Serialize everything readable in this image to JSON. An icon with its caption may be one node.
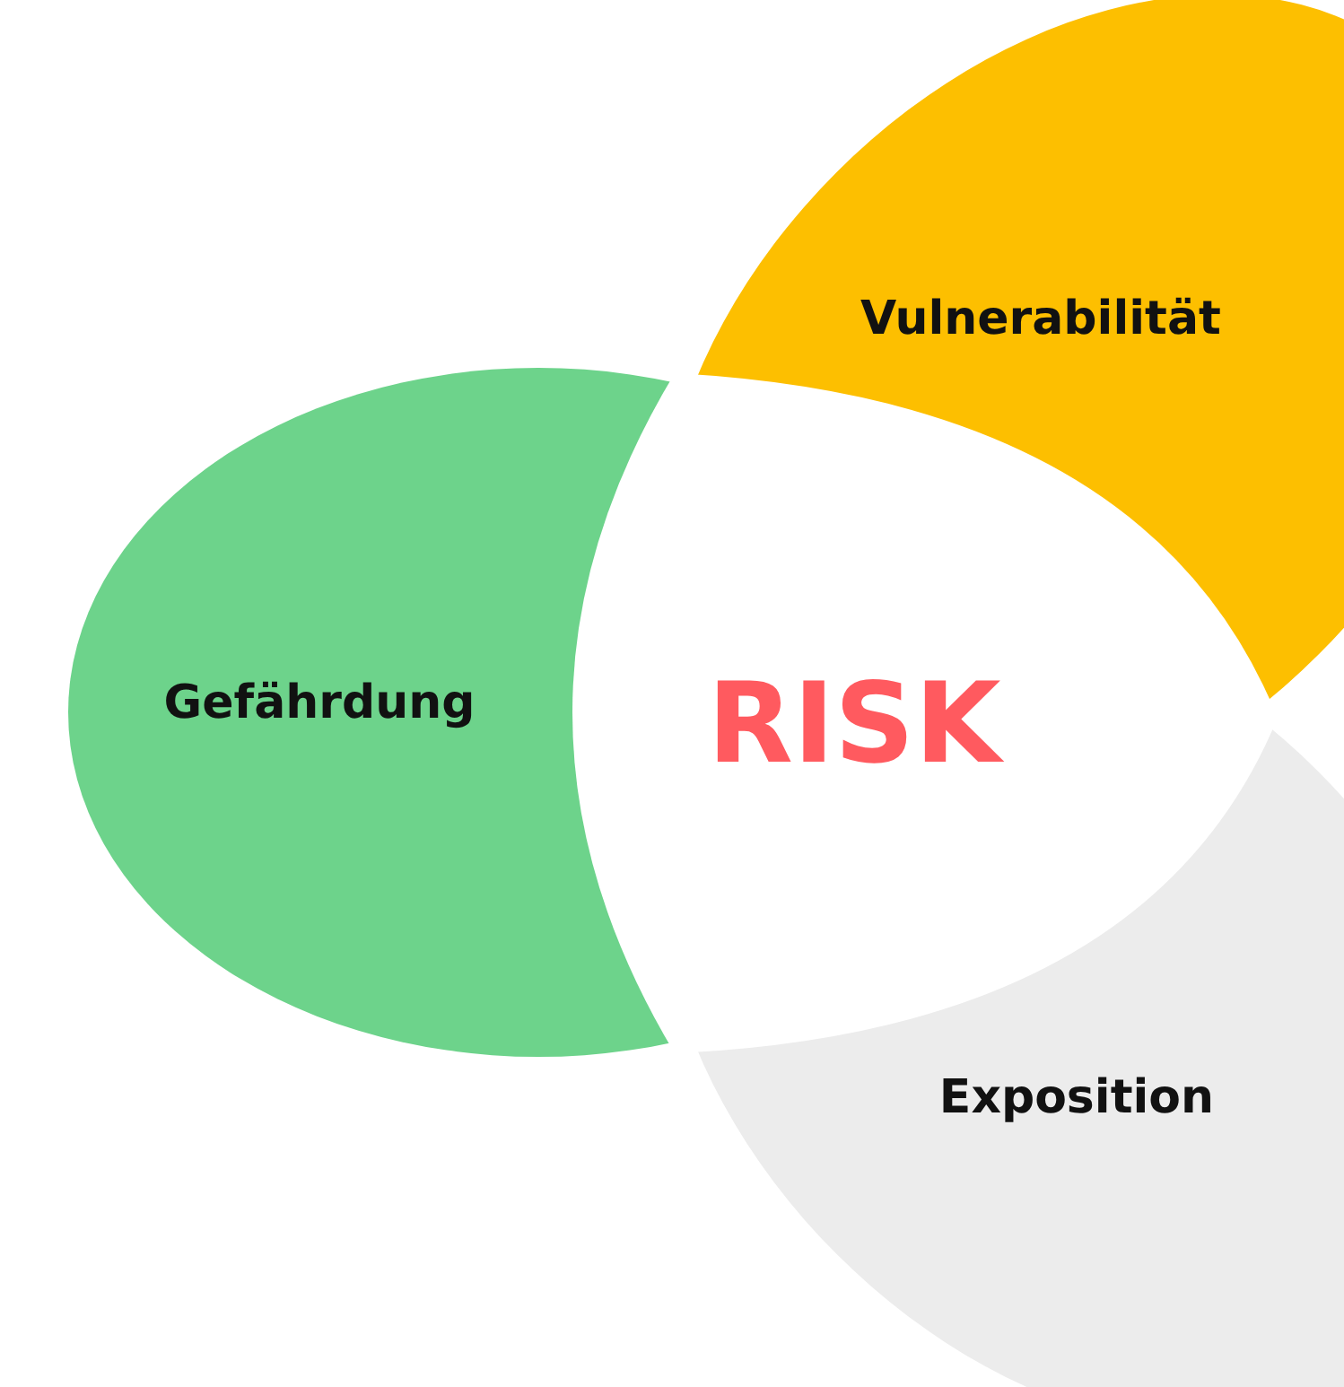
{
  "diagram": {
    "nodes": [
      {
        "text": [
          "Vulnerabilität"
        ]
      },
      {
        "text": [
          "Gefährdung"
        ]
      },
      {
        "text": [
          "RISK"
        ]
      },
      {
        "text": [
          "Exposition"
        ]
      }
    ]
  }
}
